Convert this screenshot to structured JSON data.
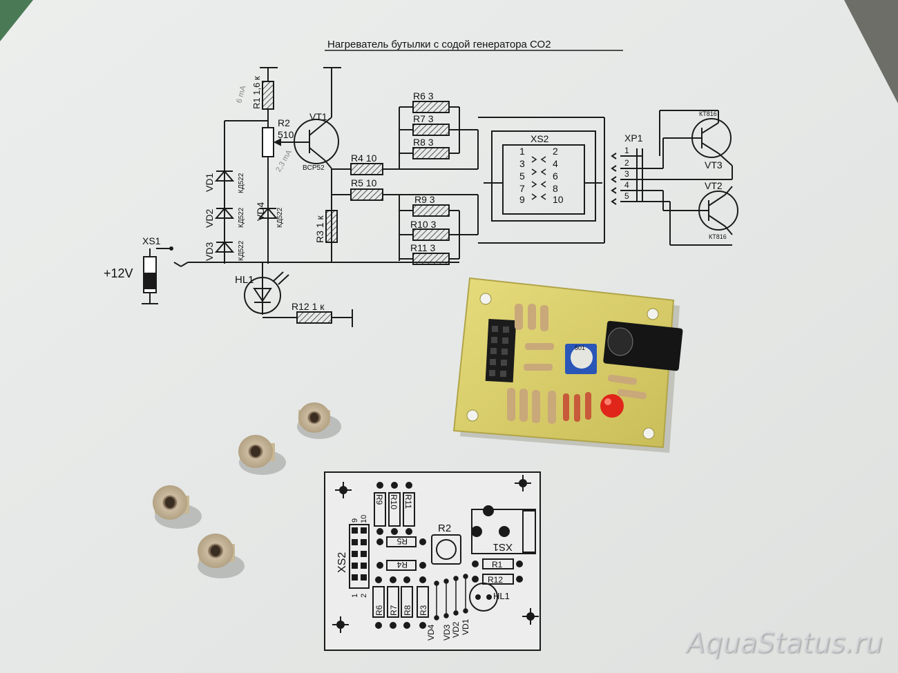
{
  "title": "Нагреватель бутылки  с содой генератора СО2",
  "schematic": {
    "supply": "+12V",
    "xs1": "XS1",
    "hl1": "HL1",
    "vt1": "VT1",
    "vt1_type": "BCP52",
    "r1": "R1 1,6 к",
    "r2": "R2",
    "r2_value": "510",
    "r3": "R3 1 к",
    "r4": "R4  10",
    "r5": "R5  10",
    "r6": "R6  3",
    "r7": "R7  3",
    "r8": "R8  3",
    "r9": "R9  3",
    "r10": "R10 3",
    "r11": "R11  3",
    "r12": "R12  1 к",
    "vd1": "VD1",
    "vd2": "VD2",
    "vd3": "VD3",
    "vd4": "VD4",
    "diode_type": "КД522",
    "xs2": "XS2",
    "xs2_pins_left": [
      "1",
      "3",
      "5",
      "7",
      "9"
    ],
    "xs2_pins_right": [
      "2",
      "4",
      "6",
      "8",
      "10"
    ],
    "xp1": "XP1",
    "xp1_pins": [
      "1",
      "2",
      "3",
      "4",
      "5"
    ],
    "vt2": "VT2",
    "vt3": "VT3",
    "transistor_type": "КТ816",
    "note_6ma": "6 mA",
    "note_23ma": "2,3 mA"
  },
  "layout": {
    "xs2": "XS2",
    "pin9": "9",
    "pin10": "10",
    "pin1": "1",
    "pin2": "2",
    "r9": "R9",
    "r10": "R10",
    "r11": "R11",
    "r5": "R5",
    "r4": "R4",
    "r6": "R6",
    "r7": "R7",
    "r8": "R8",
    "r3": "R3",
    "r2": "R2",
    "xs1": "XS1",
    "r1": "R1",
    "r12": "R12",
    "hl1": "HL1",
    "vd4": "VD4",
    "vd3": "VD3",
    "vd2": "VD2",
    "vd1": "VD1"
  },
  "board": {
    "trimmer_label": "501"
  },
  "watermark": "AquaStatus.ru"
}
